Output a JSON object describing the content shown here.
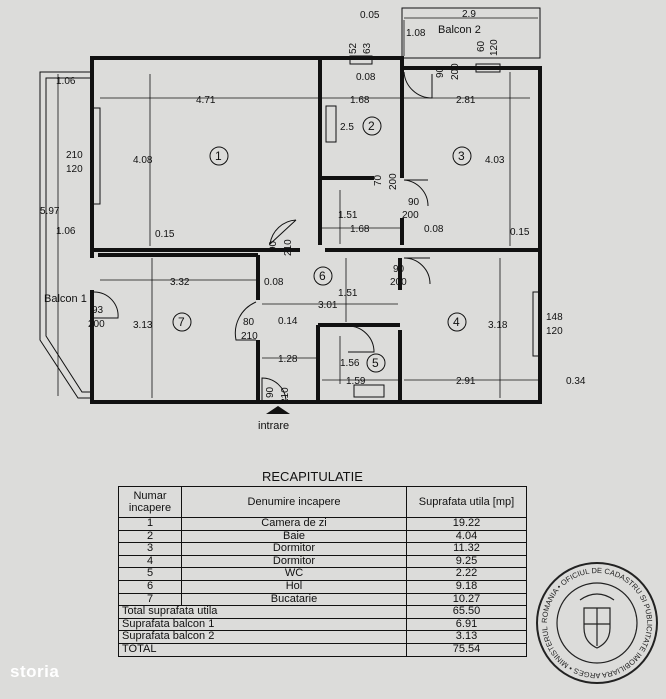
{
  "plan": {
    "balconies": {
      "b1": "Balcon 1",
      "b2": "Balcon 2"
    },
    "entrance": "intrare",
    "rooms": [
      "1",
      "2",
      "3",
      "4",
      "5",
      "6",
      "7"
    ],
    "dims": {
      "d_005": "0.05",
      "d_29": "2.9",
      "d_108": "1.08",
      "d_52": "52",
      "d_63": "63",
      "d_60": "60",
      "d_120a": "120",
      "d_106a": "1.06",
      "d_471": "4.71",
      "d_008a": "0.08",
      "d_90a": "90",
      "d_200a": "200",
      "d_168a": "1.68",
      "d_281": "2.81",
      "d_25": "2.5",
      "d_210a": "210",
      "d_120b": "120",
      "d_408": "4.08",
      "d_403": "4.03",
      "d_70": "70",
      "d_200b": "200",
      "d_90b": "90",
      "d_200c": "200",
      "d_597": "5.97",
      "d_151a": "1.51",
      "d_106b": "1.06",
      "d_015a": "0.15",
      "d_168b": "1.68",
      "d_008b": "0.08",
      "d_015b": "0.15",
      "d_90c": "90",
      "d_210b": "210",
      "d_90d": "90",
      "d_200d": "200",
      "d_332": "3.32",
      "d_008c": "0.08",
      "d_151b": "1.51",
      "d_93": "93",
      "d_200e": "200",
      "d_301": "3.01",
      "d_148": "148",
      "d_120c": "120",
      "d_313": "3.13",
      "d_80": "80",
      "d_210c": "210",
      "d_014": "0.14",
      "d_318": "3.18",
      "d_128": "1.28",
      "d_156": "1.56",
      "d_159": "1.59",
      "d_291": "2.91",
      "d_034": "0.34",
      "d_90e": "90",
      "d_210d": "210"
    }
  },
  "recap": {
    "title": "RECAPITULATIE",
    "headers": {
      "num": "Numar incapere",
      "name": "Denumire incapere",
      "area": "Suprafata utila [mp]"
    },
    "rows": [
      {
        "n": "1",
        "name": "Camera de zi",
        "area": "19.22"
      },
      {
        "n": "2",
        "name": "Baie",
        "area": "4.04"
      },
      {
        "n": "3",
        "name": "Dormitor",
        "area": "11.32"
      },
      {
        "n": "4",
        "name": "Dormitor",
        "area": "9.25"
      },
      {
        "n": "5",
        "name": "WC",
        "area": "2.22"
      },
      {
        "n": "6",
        "name": "Hol",
        "area": "9.18"
      },
      {
        "n": "7",
        "name": "Bucatarie",
        "area": "10.27"
      }
    ],
    "totals": [
      {
        "label": "Total suprafata utila",
        "area": "65.50"
      },
      {
        "label": "Suprafata balcon 1",
        "area": "6.91"
      },
      {
        "label": "Suprafata balcon 2",
        "area": "3.13"
      },
      {
        "label": "TOTAL",
        "area": "75.54"
      }
    ]
  },
  "stamp": {
    "text": "ROMANIA • OFICIUL DE CADASTRU SI PUBLICITATE IMOBILIARA ARGES • MINISTERUL ADMINISTRATIEI PUBLICE • O.N.C.G.C."
  },
  "brand": "storia"
}
